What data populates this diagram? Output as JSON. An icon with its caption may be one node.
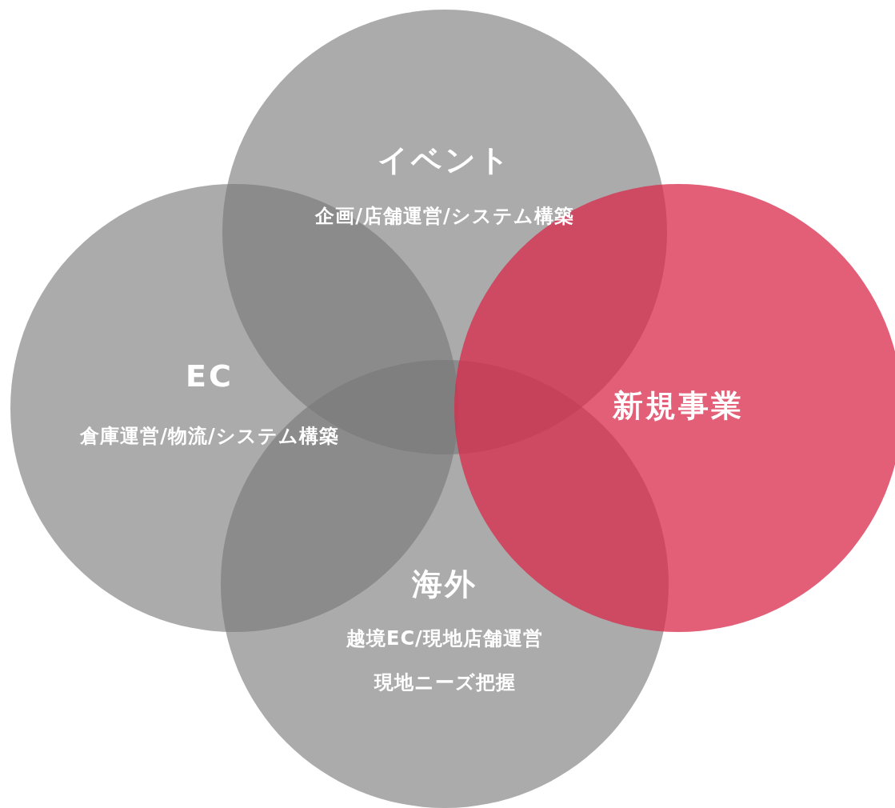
{
  "diagram": {
    "nodes": [
      {
        "text": [
          "イベント",
          "企画/店舗運営/システム構築"
        ]
      },
      {
        "text": [
          "EC",
          "倉庫運営/物流/システム構築"
        ]
      },
      {
        "text": [
          "新規事業"
        ]
      },
      {
        "text": [
          "海外",
          "越境EC/現地店舗運営",
          "現地ニーズ把握"
        ]
      }
    ]
  }
}
